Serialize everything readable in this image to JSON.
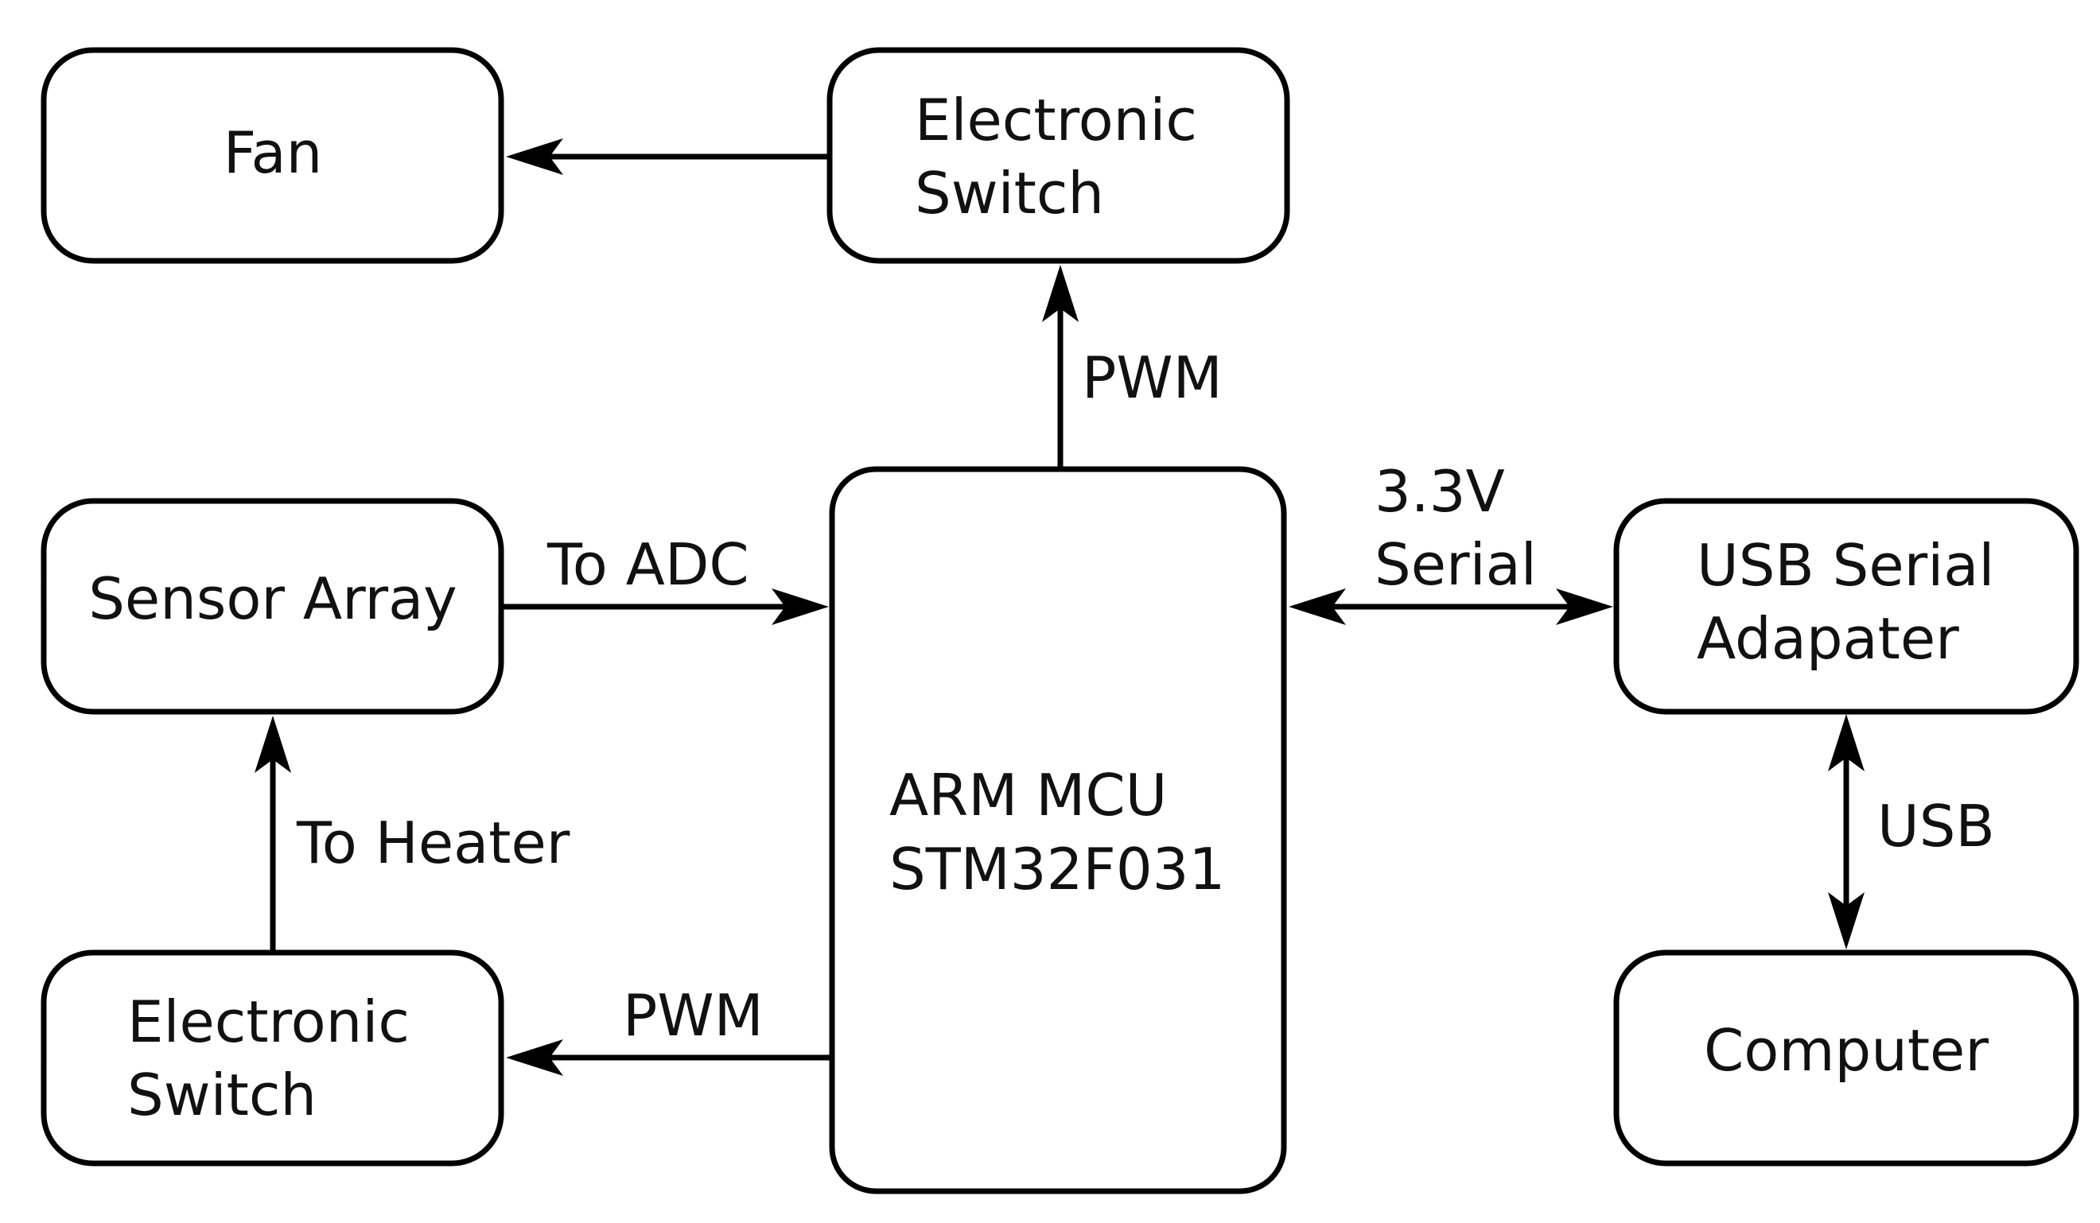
{
  "diagram": {
    "nodes": {
      "fan": {
        "lines": [
          "Fan"
        ]
      },
      "switch_top": {
        "lines": [
          "Electronic",
          "Switch"
        ]
      },
      "sensor_array": {
        "lines": [
          "Sensor Array"
        ]
      },
      "mcu": {
        "lines": [
          "ARM MCU",
          "STM32F031"
        ]
      },
      "usb_adapter": {
        "lines": [
          "USB Serial",
          "Adapater"
        ]
      },
      "switch_bottom": {
        "lines": [
          "Electronic",
          "Switch"
        ]
      },
      "computer": {
        "lines": [
          "Computer"
        ]
      }
    },
    "edges": {
      "pwm_top": {
        "from": "mcu",
        "to": "switch_top",
        "label": [
          "PWM"
        ]
      },
      "switch_to_fan": {
        "from": "switch_top",
        "to": "fan",
        "label": []
      },
      "to_adc": {
        "from": "sensor_array",
        "to": "mcu",
        "label": [
          "To ADC"
        ]
      },
      "serial": {
        "from": "mcu",
        "to": "usb_adapter",
        "bidirectional": true,
        "label": [
          "3.3V",
          "Serial"
        ]
      },
      "usb": {
        "from": "usb_adapter",
        "to": "computer",
        "bidirectional": true,
        "label": [
          "USB"
        ]
      },
      "pwm_bottom": {
        "from": "mcu",
        "to": "switch_bottom",
        "label": [
          "PWM"
        ]
      },
      "to_heater": {
        "from": "switch_bottom",
        "to": "sensor_array",
        "label": [
          "To Heater"
        ]
      }
    }
  }
}
